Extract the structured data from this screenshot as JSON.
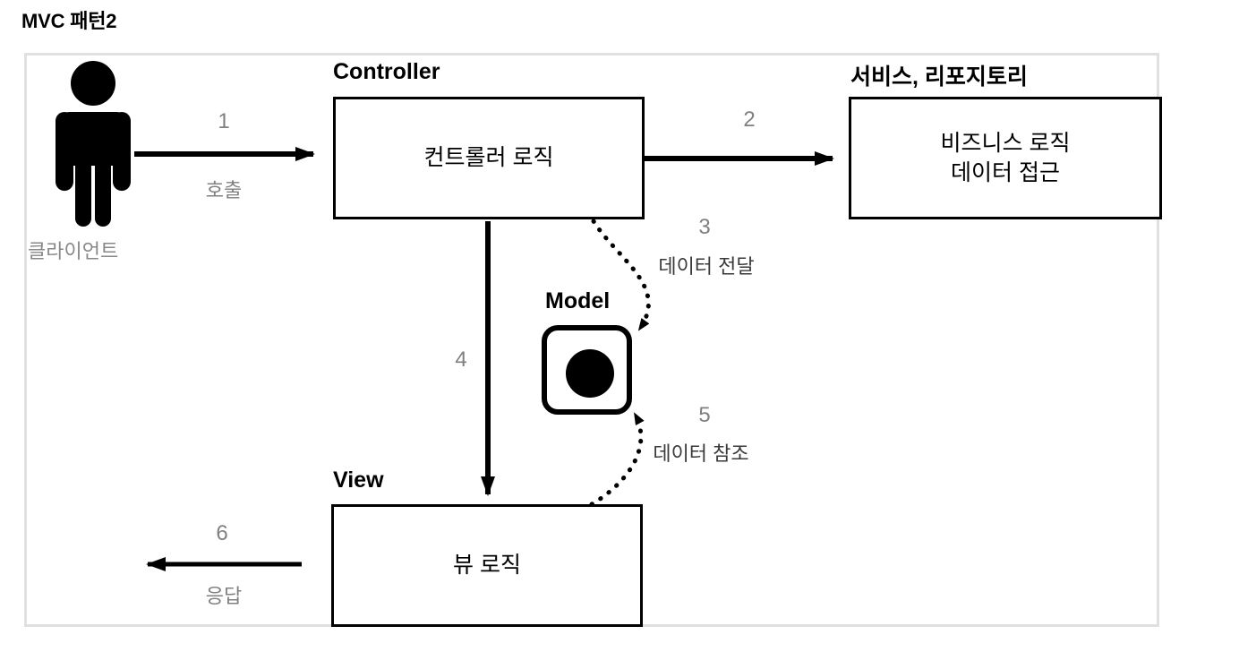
{
  "page": {
    "title": "MVC 패턴2"
  },
  "diagram": {
    "type": "flow-diagram",
    "actor": {
      "icon": "person-icon",
      "caption": "클라이언트"
    },
    "nodes": [
      {
        "id": "controller",
        "label": "Controller",
        "lines": [
          "컨트롤러 로직"
        ]
      },
      {
        "id": "service-repository",
        "label": "서비스, 리포지토리",
        "lines": [
          "비즈니스 로직",
          "데이터 접근"
        ]
      },
      {
        "id": "model",
        "label": "Model",
        "lines": []
      },
      {
        "id": "view",
        "label": "View",
        "lines": [
          "뷰 로직"
        ]
      }
    ],
    "edges": [
      {
        "num": "1",
        "text": "호출",
        "from": "client",
        "to": "controller",
        "style": "solid"
      },
      {
        "num": "2",
        "text": "",
        "from": "controller",
        "to": "service-repository",
        "style": "solid"
      },
      {
        "num": "3",
        "text": "데이터 전달",
        "from": "controller",
        "to": "model",
        "style": "dotted"
      },
      {
        "num": "4",
        "text": "",
        "from": "controller",
        "to": "view",
        "style": "solid"
      },
      {
        "num": "5",
        "text": "데이터 참조",
        "from": "view",
        "to": "model",
        "style": "dotted"
      },
      {
        "num": "6",
        "text": "응답",
        "from": "view",
        "to": "client",
        "style": "solid"
      }
    ]
  },
  "colors": {
    "stroke": "#000000",
    "frame": "#e0e0e0",
    "muted": "#808080",
    "caption": "#888888"
  }
}
